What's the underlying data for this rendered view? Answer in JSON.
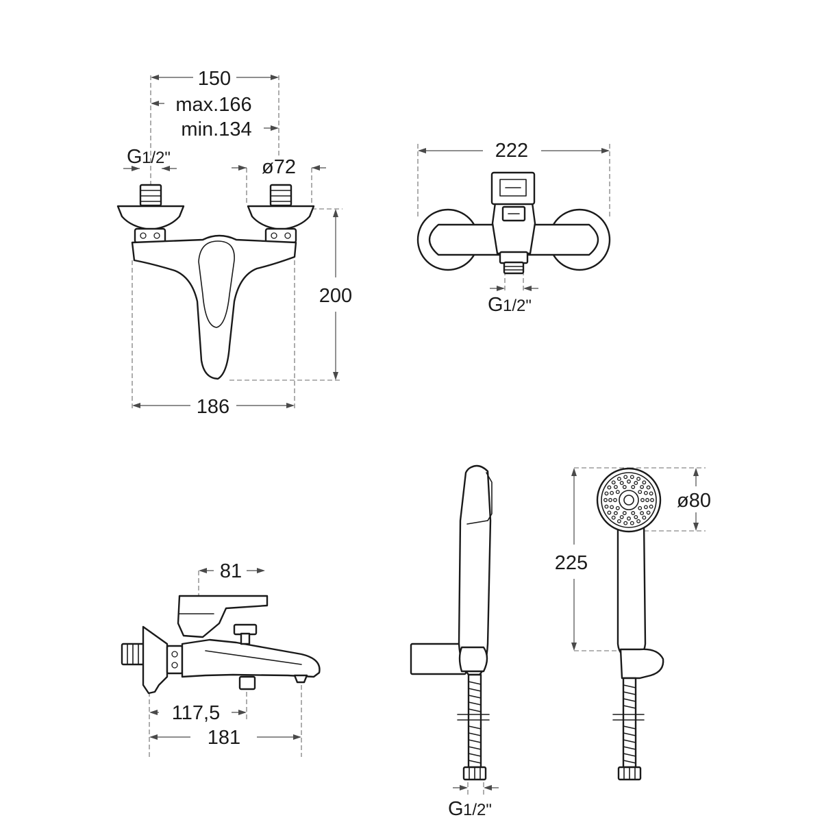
{
  "views": {
    "front": {
      "dims": {
        "centers": "150",
        "max": "max.166",
        "min": "min.134",
        "inlet_thread_g": "G",
        "inlet_thread_frac": "1/2\"",
        "flange_diameter": "ø72",
        "height": "200",
        "width": "186"
      }
    },
    "top": {
      "dims": {
        "width": "222",
        "outlet_thread_g": "G",
        "outlet_thread_frac": "1/2\""
      }
    },
    "side": {
      "dims": {
        "lever": "81",
        "spout_offset": "117,5",
        "depth": "181"
      }
    },
    "hand_shower": {
      "dims": {
        "head_diameter": "ø80",
        "length": "225",
        "hose_thread_g": "G",
        "hose_thread_frac": "1/2\""
      }
    }
  }
}
